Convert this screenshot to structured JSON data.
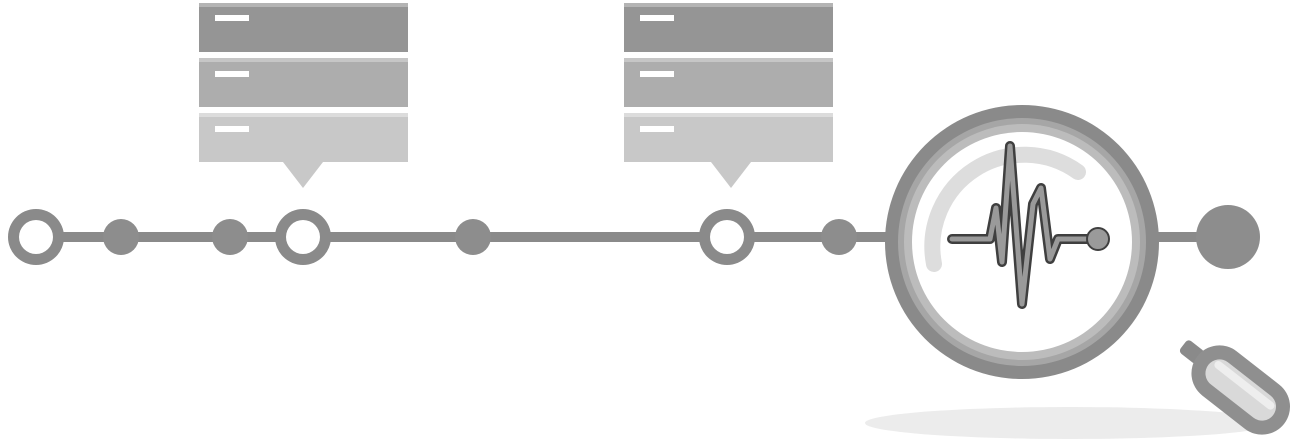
{
  "colors": {
    "background": "#ffffff",
    "line": "#8a8a8a",
    "node_fill": "#8d8d8d",
    "node_ring": "#8a8a8a",
    "node_hole": "#ffffff",
    "server_top": "#959595",
    "server_mid": "#adadad",
    "server_bottom": "#c8c8c8",
    "server_highlight": "#e8e8e8",
    "server_label": "#ffffff",
    "magnifier_rim": "#8a8a8a",
    "magnifier_inner_ring": "#bcbcbc",
    "lens_fill": "#ffffff",
    "lens_glare": "#dddddd",
    "waveform_outline": "#3f3f3f",
    "waveform_fill": "#9a9a9a",
    "handle": "#8f8f8f",
    "handle_inner": "#d9d9d9",
    "shadow": "#ececec"
  },
  "diagram": {
    "timeline_nodes": [
      {
        "kind": "ring"
      },
      {
        "kind": "dot"
      },
      {
        "kind": "dot"
      },
      {
        "kind": "ring",
        "has_server_stack": true
      },
      {
        "kind": "dot"
      },
      {
        "kind": "ring",
        "has_server_stack": true
      },
      {
        "kind": "dot"
      },
      {
        "kind": "dot-large"
      }
    ],
    "server_stacks": [
      {
        "units": 3
      },
      {
        "units": 3
      }
    ],
    "icons": [
      "timeline-icon",
      "server-stack-icon",
      "magnifying-glass-icon",
      "heartbeat-waveform-icon"
    ]
  }
}
